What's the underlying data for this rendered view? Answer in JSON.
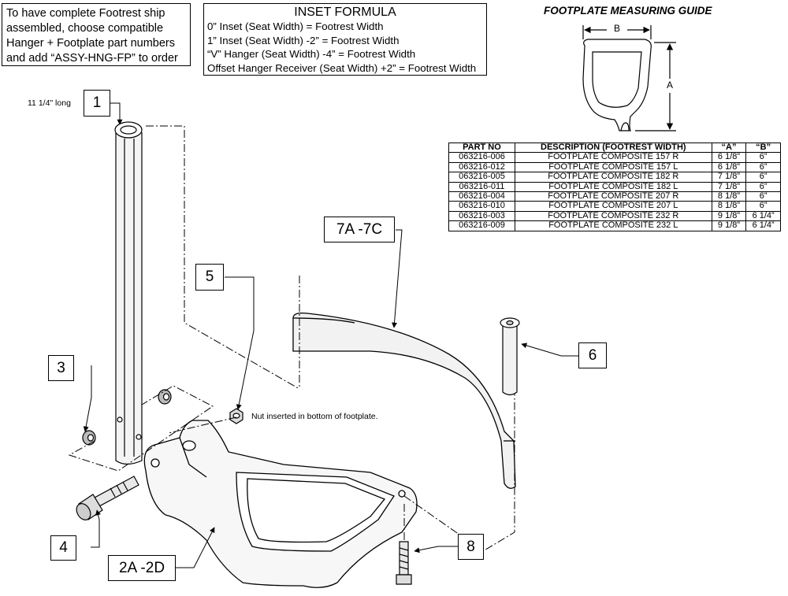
{
  "note": {
    "lines": [
      "To have complete Footrest ship",
      "assembled, choose compatible",
      "Hanger + Footplate part numbers",
      "and add “ASSY-HNG-FP” to order"
    ]
  },
  "inset_formula": {
    "title": "INSET FORMULA",
    "lines": [
      "0” Inset (Seat Width) = Footrest Width",
      "1” Inset (Seat Width) -2” = Footrest Width",
      "“V” Hanger (Seat Width) -4” = Footrest Width",
      "Offset Hanger Receiver (Seat Width) +2” = Footrest Width"
    ]
  },
  "measuring_guide": {
    "title": "FOOTPLATE MEASURING GUIDE",
    "dim_a": "A",
    "dim_b": "B"
  },
  "parts_table": {
    "headers": [
      "PART NO",
      "DESCRIPTION (FOOTREST WIDTH)",
      "“A”",
      "“B”"
    ],
    "rows": [
      [
        "063216-006",
        "FOOTPLATE COMPOSITE 157 R",
        "6 1/8”",
        "6”"
      ],
      [
        "063216-012",
        "FOOTPLATE COMPOSITE 157 L",
        "6 1/8”",
        "6”"
      ],
      [
        "063216-005",
        "FOOTPLATE COMPOSITE 182 R",
        "7 1/8”",
        "6”"
      ],
      [
        "063216-011",
        "FOOTPLATE COMPOSITE 182 L",
        "7 1/8”",
        "6”"
      ],
      [
        "063216-004",
        "FOOTPLATE COMPOSITE 207 R",
        "8 1/8”",
        "6”"
      ],
      [
        "063216-010",
        "FOOTPLATE COMPOSITE 207 L",
        "8 1/8”",
        "6”"
      ],
      [
        "063216-003",
        "FOOTPLATE COMPOSITE 232 R",
        "9 1/8”",
        "6 1/4”"
      ],
      [
        "063216-009",
        "FOOTPLATE COMPOSITE 232 L",
        "9 1/8”",
        "6 1/4”"
      ]
    ]
  },
  "callouts": {
    "c1": "1",
    "c2": "2A -2D",
    "c3": "3",
    "c4": "4",
    "c5": "5",
    "c6": "6",
    "c7": "7A -7C",
    "c8": "8"
  },
  "annotations": {
    "length": "11 1/4\" long",
    "nut_note": "Nut inserted in bottom of footplate."
  }
}
